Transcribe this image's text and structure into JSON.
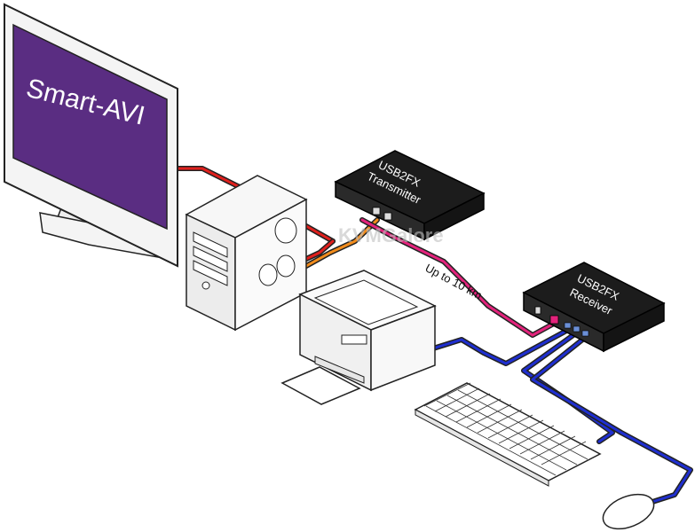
{
  "monitor": {
    "brand_text": "Smart-AVI"
  },
  "transmitter": {
    "line1": "USB2FX",
    "line2": "Transmitter"
  },
  "receiver": {
    "line1": "USB2FX",
    "line2": "Receiver"
  },
  "fiber_link": {
    "label": "Up to 10 km"
  },
  "watermark": {
    "text": "KVMGalore"
  },
  "colors": {
    "video_cable": "#e0201d",
    "usb_cable": "#f28c1c",
    "fiber_cable": "#e3237c",
    "usb_peripheral_cable": "#1f2fd0",
    "screen": "#5a2d82",
    "device_body": "#1c1c1c"
  },
  "icons": [
    "monitor-icon",
    "pc-tower-icon",
    "printer-icon",
    "keyboard-icon",
    "mouse-icon"
  ]
}
